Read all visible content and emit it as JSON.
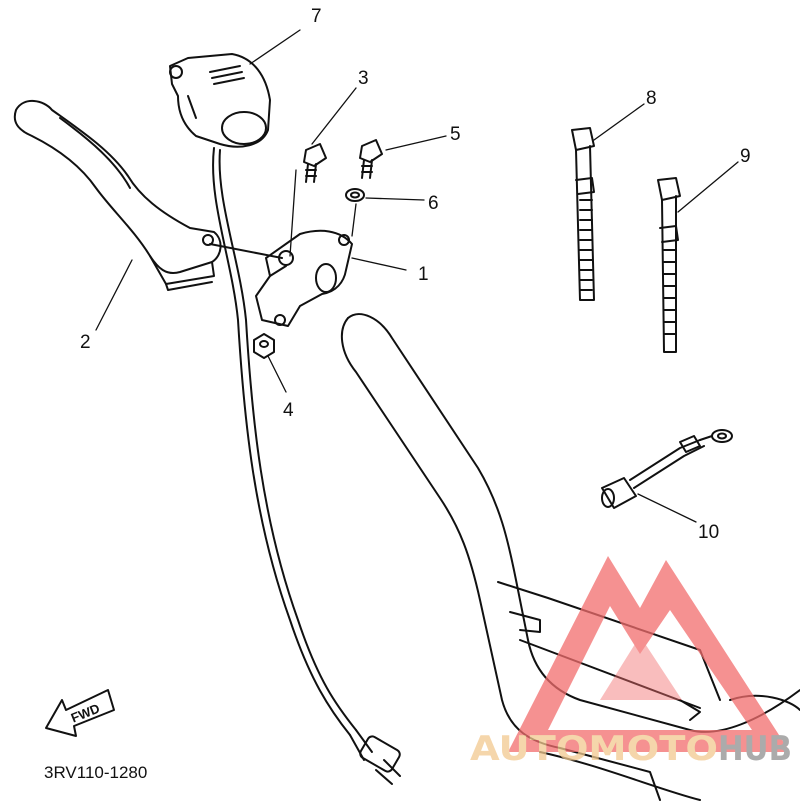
{
  "diagram": {
    "drawing_code": "3RV110-1280",
    "fwd_label": "FWD",
    "callouts": [
      {
        "id": "1",
        "label": "1"
      },
      {
        "id": "2",
        "label": "2"
      },
      {
        "id": "3",
        "label": "3"
      },
      {
        "id": "4",
        "label": "4"
      },
      {
        "id": "5",
        "label": "5"
      },
      {
        "id": "6",
        "label": "6"
      },
      {
        "id": "7",
        "label": "7"
      },
      {
        "id": "8",
        "label": "8"
      },
      {
        "id": "9",
        "label": "9"
      },
      {
        "id": "10",
        "label": "10"
      }
    ]
  },
  "watermark": {
    "part_auto": "AUTOMOTO",
    "part_hub": "HUB",
    "color_primary": "#f26d6d",
    "color_accent": "#f2c98f",
    "color_secondary": "#8f8f8f"
  }
}
